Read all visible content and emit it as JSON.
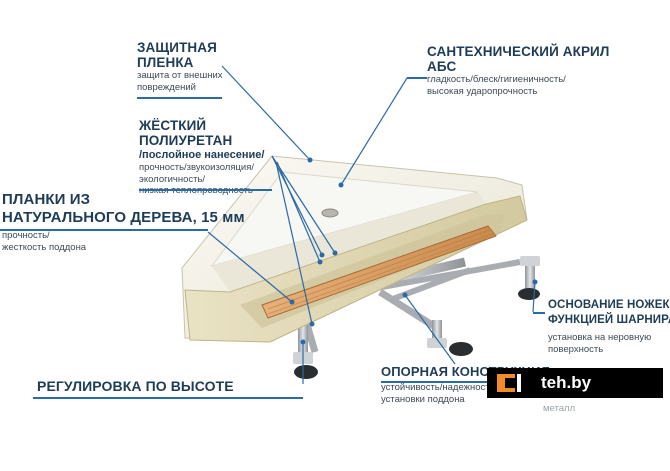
{
  "labels": {
    "film": {
      "title": [
        "ЗАЩИТНАЯ",
        "ПЛЕНКА"
      ],
      "desc": [
        "защита от внешних",
        "повреждений"
      ]
    },
    "acrylic": {
      "title": [
        "САНТЕХНИЧЕСКИЙ АКРИЛ",
        "АБС"
      ],
      "desc": [
        "гладкость/блеск/гигиеничность/",
        "высокая ударопрочность"
      ]
    },
    "polyurethane": {
      "title": [
        "ЖЁСТКИЙ",
        "ПОЛИУРЕТАН"
      ],
      "subtitle": "/послойное нанесение/",
      "desc": [
        "прочность/звукоизоляция/",
        "экологичность/",
        "низкая теплопроводность"
      ]
    },
    "planks": {
      "title": [
        "ПЛАНКИ ИЗ",
        "НАТУРАЛЬНОГО ДЕРЕВА, 15 мм"
      ],
      "desc": [
        "прочность/",
        "жесткость поддона"
      ]
    },
    "legs": {
      "title": [
        "ОСНОВАНИЕ НОЖЕК С",
        "ФУНКЦИЕЙ ШАРНИРА"
      ],
      "desc": [
        "установка на неровную",
        "поверхность"
      ]
    },
    "height": {
      "title": "РЕГУЛИРОВКА ПО ВЫСОТЕ"
    },
    "frame": {
      "title": "ОПОРНАЯ КОНСТРУКЦИЯ",
      "desc": [
        "устойчивость/надежность",
        "установки поддона"
      ],
      "extra": "металл"
    }
  },
  "watermark": {
    "text": "teh.by",
    "icon": "teh-logo-icon"
  },
  "colors": {
    "accent": "#2a6aa6",
    "heading": "#1f3c56",
    "acrylic_shell": "#f3f0e6",
    "foam": "#ded6b4",
    "wood": "#d89a5c",
    "steel": "#b9bdc2"
  }
}
